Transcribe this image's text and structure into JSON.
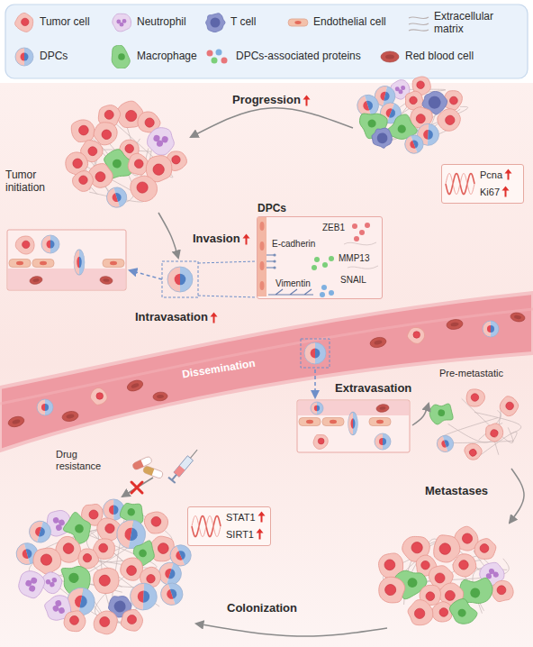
{
  "diagram": {
    "nodes": [
      {
        "text": [
          "Pcna",
          "Ki67"
        ]
      },
      {
        "text": [
          "DPCs",
          "ZEB1",
          "E-cadherin",
          "MMP13",
          "SNAIL",
          "Vimentin"
        ]
      },
      {
        "text": [
          "STAT1",
          "SIRT1"
        ]
      }
    ],
    "labels": [
      "Tumor initiation",
      "Progression",
      "Invasion",
      "Intravasation",
      "Dissemination",
      "Extravasation",
      "Pre-metastatic",
      "Metastases",
      "Colonization",
      "Drug resistance"
    ],
    "legend": [
      {
        "text": "Tumor cell",
        "color": "#f6c3bc"
      },
      {
        "text": "Neutrophil",
        "color": "#e9d5ef"
      },
      {
        "text": "T cell",
        "color": "#8d95cc"
      },
      {
        "text": "Endothelial cell",
        "color": "#f3c1ab"
      },
      {
        "text": "Extracellular matrix",
        "color": "#b9b0b0"
      },
      {
        "text": "DPCs",
        "color": "#a9c5e8"
      },
      {
        "text": "Macrophage",
        "color": "#90d48b"
      },
      {
        "text": "DPCs-associated proteins",
        "color": "#e8767a"
      },
      {
        "text": "Red blood cell",
        "color": "#c4544e"
      }
    ]
  }
}
